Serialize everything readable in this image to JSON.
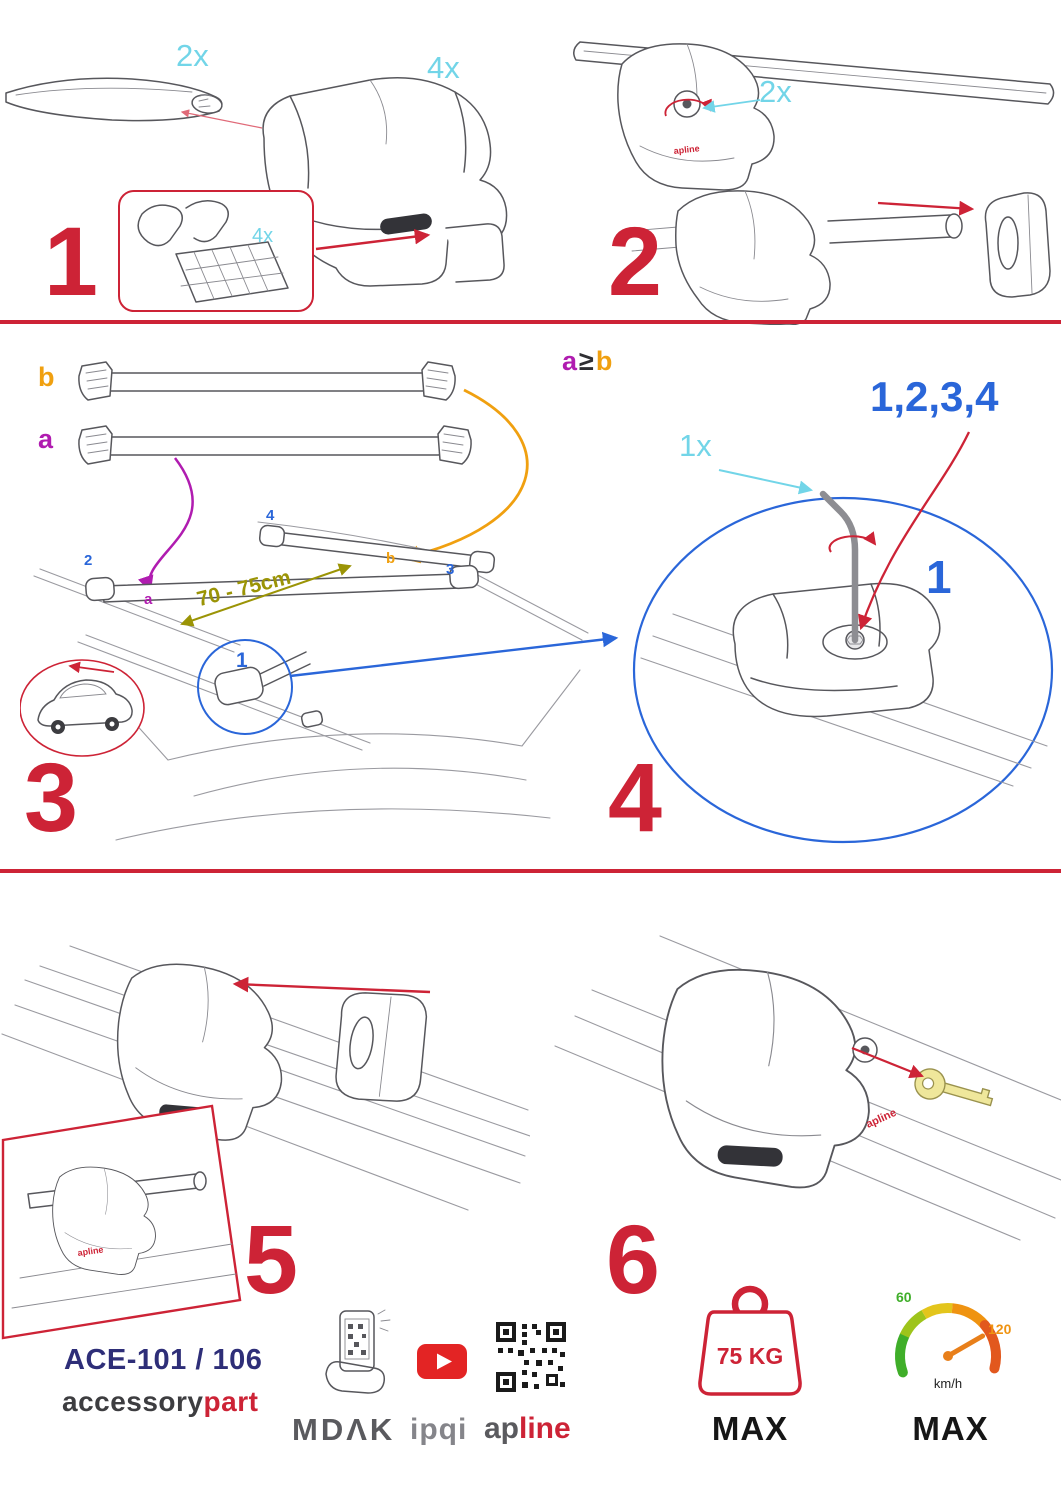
{
  "brand_small": "apline",
  "colors": {
    "crimson": "#cd2336",
    "cyan": "#72d5e8",
    "orange": "#f0a010",
    "purple": "#b01cb0",
    "blue": "#2a66d9",
    "olive": "#9b9406",
    "navy": "#2e2e78"
  },
  "step1": {
    "number": "1",
    "bar_qty": "2x",
    "foot_qty": "4x",
    "pad_qty": "4x"
  },
  "step2": {
    "number": "2",
    "lock_qty": "2x"
  },
  "step3": {
    "number": "3",
    "bar_label_b": "b",
    "bar_label_a": "a",
    "pos_front_left": "2",
    "pos_rear_left": "4",
    "pos_rear_bar": "b",
    "pos_front_right": "3",
    "pos_front_bar": "a",
    "dimension": "70 - 75cm",
    "zoom_ref": "1"
  },
  "step4": {
    "number": "4",
    "rule_a": "a",
    "rule_op": "≥",
    "rule_b": "b",
    "key_qty": "1x",
    "tighten_sequence": "1,2,3,4",
    "bolt_ref": "1"
  },
  "step5": {
    "number": "5"
  },
  "step6": {
    "number": "6"
  },
  "footer": {
    "model": "ACE-101 / 106",
    "brand_gray": "accessory",
    "brand_red": "part",
    "logo_mdak": "MDΛK",
    "logo_ipqi": "ipqi",
    "logo_ap": "ap",
    "logo_line": "line",
    "weight_value": "75 KG",
    "weight_max": "MAX",
    "speed_low": "60",
    "speed_high": "120",
    "speed_unit": "km/h",
    "speed_max": "MAX"
  }
}
